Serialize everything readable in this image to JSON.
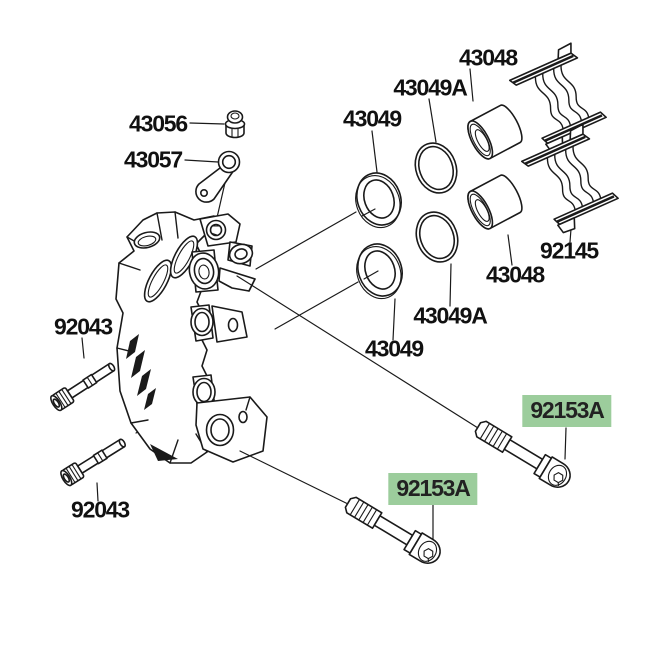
{
  "colors": {
    "background": "#ffffff",
    "line": "#1a1a1a",
    "highlight": "#9ccd9c"
  },
  "parts": {
    "bleed_valve": {
      "part_no": "43056",
      "highlighted": false
    },
    "joint_lever": {
      "part_no": "43057",
      "highlighted": false
    },
    "piston_seal_top": {
      "part_no": "43049",
      "highlighted": false
    },
    "piston_seal_bottom": {
      "part_no": "43049",
      "highlighted": false
    },
    "dust_seal_top": {
      "part_no": "43049A",
      "highlighted": false
    },
    "dust_seal_bottom": {
      "part_no": "43049A",
      "highlighted": false
    },
    "piston_top": {
      "part_no": "43048",
      "highlighted": false
    },
    "piston_bottom": {
      "part_no": "43048",
      "highlighted": false
    },
    "pad_spring": {
      "part_no": "92145",
      "highlighted": false
    },
    "pad_pin_top": {
      "part_no": "92043",
      "highlighted": false
    },
    "pad_pin_bottom": {
      "part_no": "92043",
      "highlighted": false
    },
    "caliper_bolt_top": {
      "part_no": "92153A",
      "highlighted": true
    },
    "caliper_bolt_bottom": {
      "part_no": "92153A",
      "highlighted": true
    }
  }
}
